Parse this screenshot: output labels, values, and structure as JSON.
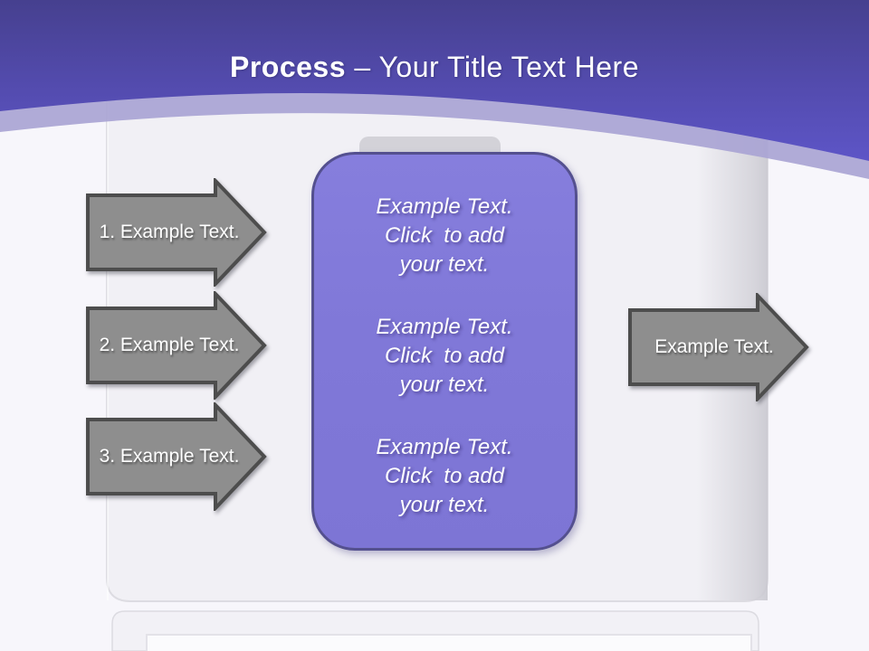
{
  "title": {
    "emphasis": "Process",
    "rest": " – Your Title Text Here"
  },
  "left_arrows": [
    {
      "label": "1. Example Text."
    },
    {
      "label": "2. Example Text."
    },
    {
      "label": "3. Example Text."
    }
  ],
  "right_arrow": {
    "label": "Example Text."
  },
  "center_box": {
    "blocks": [
      {
        "lines": [
          "Example Text.",
          "Click  to add",
          "your text."
        ]
      },
      {
        "lines": [
          "Example Text.",
          "Click  to add",
          "your text."
        ]
      },
      {
        "lines": [
          "Example Text.",
          "Click  to add",
          "your text."
        ]
      }
    ]
  },
  "colors": {
    "header_top": "#46408f",
    "header_bottom": "#5e56c9",
    "curve_band": "#a9a4d4",
    "page_background": "#f7f6fb",
    "content_panel": "#f1f0f5",
    "box_fill": "#8078d8",
    "box_border": "#54508f",
    "arrow_fill": "#8e8e8e",
    "arrow_border": "#4d4d4d",
    "tab": "#d3d2d8",
    "text": "#ffffff"
  }
}
